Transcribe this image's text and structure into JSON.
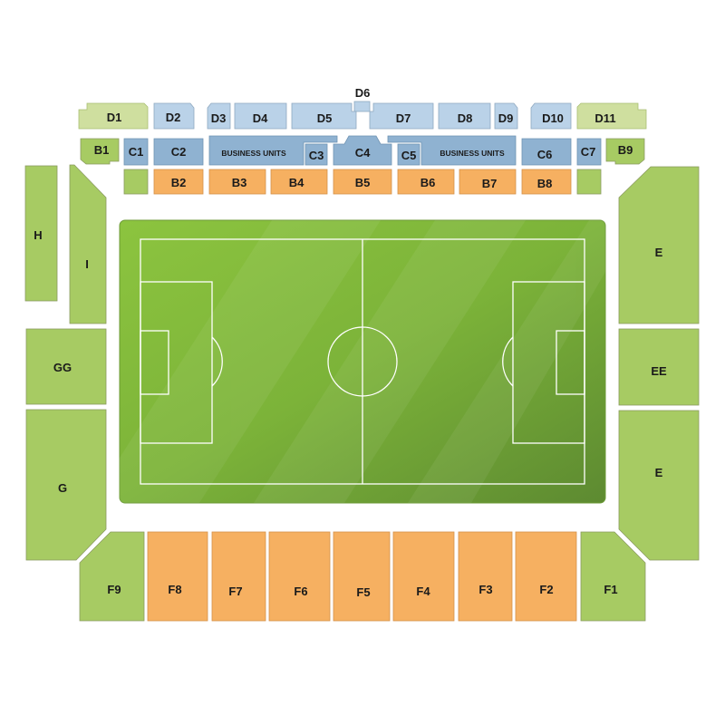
{
  "colors": {
    "pitch_dark": "#5f8b32",
    "pitch_light": "#86bf3c",
    "green_section": "#a7cb63",
    "light_green_section": "#cfdf9f",
    "light_blue_section": "#bad2e8",
    "blue_section": "#8fb2d1",
    "orange_section": "#f6b061",
    "outline": "#8a9a60"
  },
  "stands": {
    "d6": "D6",
    "upper": [
      "D1",
      "D2",
      "D3",
      "D4",
      "D5",
      "D7",
      "D8",
      "D9",
      "D10",
      "D11"
    ],
    "middle": [
      "B1",
      "C1",
      "C2",
      "C3",
      "C4",
      "C5",
      "C6",
      "C7",
      "B9"
    ],
    "business": "BUSINESS UNITS",
    "lower": [
      "B2",
      "B3",
      "B4",
      "B5",
      "B6",
      "B7",
      "B8"
    ],
    "west": [
      "H",
      "I",
      "GG",
      "G"
    ],
    "east": [
      "E",
      "EE",
      "E"
    ],
    "south": [
      "F9",
      "F8",
      "F7",
      "F6",
      "F5",
      "F4",
      "F3",
      "F2",
      "F1"
    ]
  }
}
